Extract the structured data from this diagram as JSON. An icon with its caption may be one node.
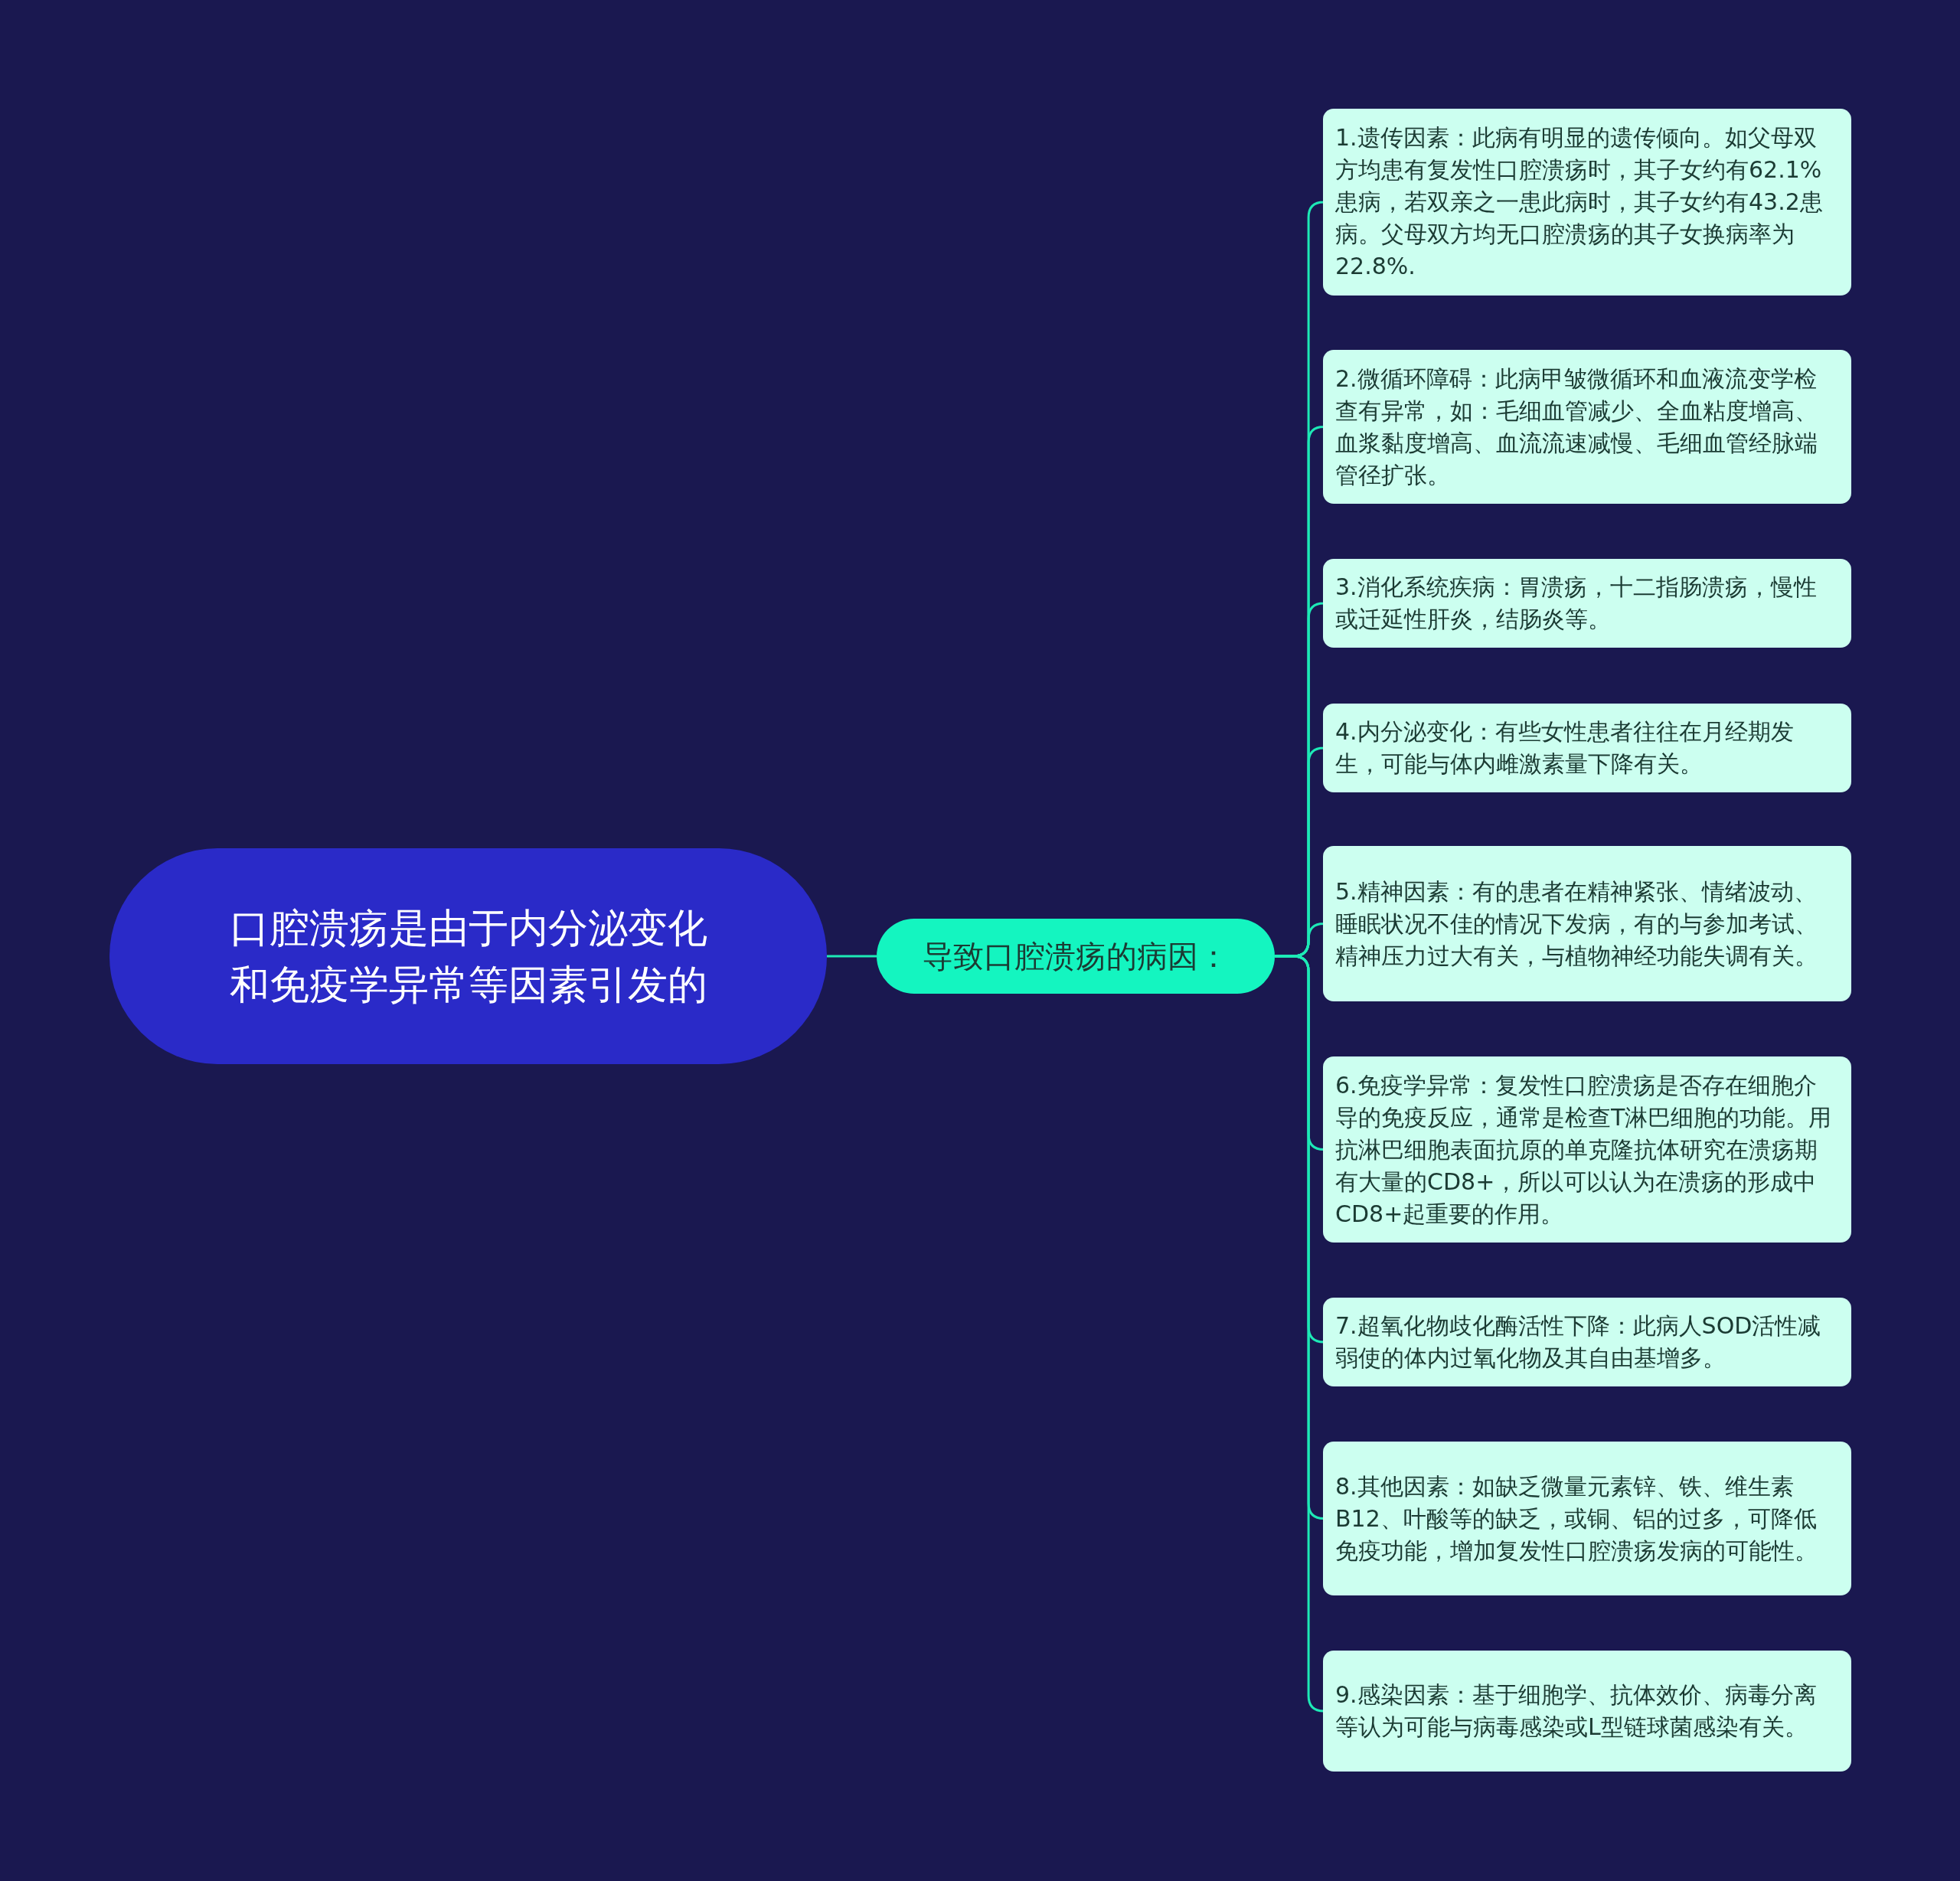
{
  "diagram": {
    "nodes": [
      {
        "text": [
          "口腔溃疡是由于内分泌变化和免疫学异常等因素引发的"
        ]
      },
      {
        "text": [
          "导致口腔溃疡的病因："
        ]
      },
      {
        "text": [
          "1.遗传因素：此病有明显的遗传倾向。如父母双方均患有复发性口腔溃疡时，其子女约有62.1%患病，若双亲之一患此病时，其子女约有43.2患病。父母双方均无口腔溃疡的其子女换病率为22.8%."
        ]
      },
      {
        "text": [
          "2.微循环障碍：此病甲皱微循环和血液流变学检查有异常，如：毛细血管减少、全血粘度增高、血浆黏度增高、血流流速减慢、毛细血管经脉端管径扩张。"
        ]
      },
      {
        "text": [
          "3.消化系统疾病：胃溃疡，十二指肠溃疡，慢性或迁延性肝炎，结肠炎等。"
        ]
      },
      {
        "text": [
          "4.内分泌变化：有些女性患者往往在月经期发生，可能与体内雌激素量下降有关。"
        ]
      },
      {
        "text": [
          "5.精神因素：有的患者在精神紧张、情绪波动、睡眠状况不佳的情况下发病，有的与参加考试、精神压力过大有关，与植物神经功能失调有关。"
        ]
      },
      {
        "text": [
          "6.免疫学异常：复发性口腔溃疡是否存在细胞介导的免疫反应，通常是检查T淋巴细胞的功能。用抗淋巴细胞表面抗原的单克隆抗体研究在溃疡期有大量的CD8+，所以可以认为在溃疡的形成中CD8+起重要的作用。"
        ]
      },
      {
        "text": [
          "7.超氧化物歧化酶活性下降：此病人SOD活性减弱使的体内过氧化物及其自由基增多。"
        ]
      },
      {
        "text": [
          "8.其他因素：如缺乏微量元素锌、铁、维生素B12、叶酸等的缺乏，或铜、铝的过多，可降低免疫功能，增加复发性口腔溃疡发病的可能性。"
        ]
      },
      {
        "text": [
          "9.感染因素：基于细胞学、抗体效价、病毒分离等认为可能与病毒感染或L型链球菌感染有关。"
        ]
      }
    ],
    "edges": [
      {
        "from": 0,
        "to": 1,
        "arrow": "none"
      },
      {
        "from": 1,
        "to": 2,
        "arrow": "none"
      },
      {
        "from": 1,
        "to": 3,
        "arrow": "none"
      },
      {
        "from": 1,
        "to": 4,
        "arrow": "none"
      },
      {
        "from": 1,
        "to": 5,
        "arrow": "none"
      },
      {
        "from": 1,
        "to": 6,
        "arrow": "none"
      },
      {
        "from": 1,
        "to": 7,
        "arrow": "none"
      },
      {
        "from": 1,
        "to": 8,
        "arrow": "none"
      },
      {
        "from": 1,
        "to": 9,
        "arrow": "none"
      },
      {
        "from": 1,
        "to": 10,
        "arrow": "none"
      }
    ]
  }
}
